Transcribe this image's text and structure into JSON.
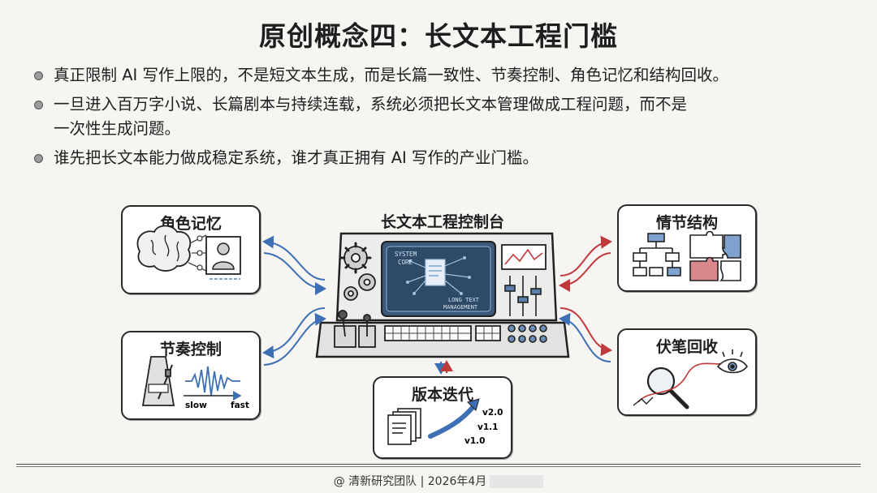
{
  "title": "原创概念四：长文本工程门槛",
  "bullets": [
    "真正限制 AI 写作上限的，不是短文本生成，而是长篇一致性、节奏控制、角色记忆和结构回收。",
    "一旦进入百万字小说、长篇剧本与持续连载，系统必须把长文本管理做成工程问题，而不是",
    "一次性生成问题。",
    "谁先把长文本能力做成稳定系统，谁才真正拥有 AI 写作的产业门槛。"
  ],
  "diagram": {
    "console_title": "长文本工程控制台",
    "screen_core_line1": "SYSTEM",
    "screen_core_line2": "CORE",
    "screen_management_line1": "LONG TEXT",
    "screen_management_line2": "MANAGEMENT",
    "panels": {
      "character_memory": "角色记忆",
      "rhythm_control": "节奏控制",
      "plot_structure": "情节结构",
      "foreshadow_recovery": "伏笔回收",
      "version_iteration": "版本迭代"
    },
    "rhythm_slow": "slow",
    "rhythm_fast": "fast",
    "versions": [
      "v2.0",
      "v1.1",
      "v1.0"
    ]
  },
  "footer": "@ 清新研究团队 | 2026年4月",
  "colors": {
    "blue_arrow": "#3d6fb5",
    "red_arrow": "#c0393b",
    "screen": "#3a5878",
    "puzzle_blue": "#7fa3cf",
    "puzzle_red": "#d9868c"
  }
}
